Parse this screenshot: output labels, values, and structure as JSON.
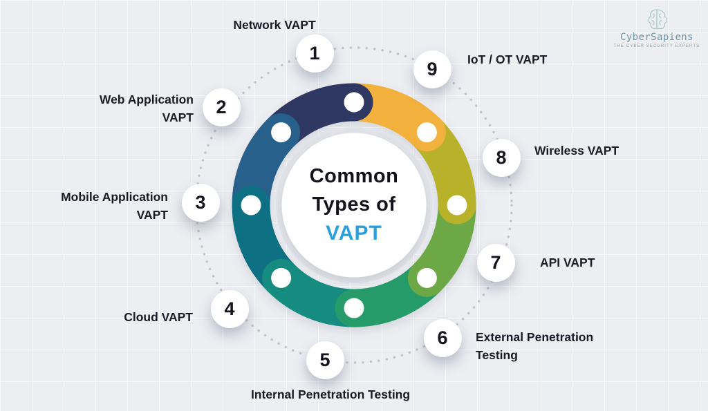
{
  "brand": {
    "name": "CyberSapiens",
    "tagline": "THE CYBER SECURITY EXPERTS"
  },
  "center": {
    "line1": "Common",
    "line2": "Types of",
    "line3": "VAPT",
    "accent_color": "#2aa0e0"
  },
  "items": [
    {
      "num": "1",
      "label": "Network VAPT"
    },
    {
      "num": "2",
      "label": "Web Application VAPT"
    },
    {
      "num": "3",
      "label": "Mobile Application VAPT"
    },
    {
      "num": "4",
      "label": "Cloud VAPT"
    },
    {
      "num": "5",
      "label": "Internal Penetration Testing"
    },
    {
      "num": "6",
      "label": "External Penetration Testing"
    },
    {
      "num": "7",
      "label": "API VAPT"
    },
    {
      "num": "8",
      "label": "Wireless VAPT"
    },
    {
      "num": "9",
      "label": "IoT / OT VAPT"
    }
  ],
  "ring": {
    "segment_colors": [
      "#F2B13C",
      "#B8B12A",
      "#6CA845",
      "#279B6B",
      "#178C80",
      "#0F7183",
      "#25608B",
      "#2D3762"
    ],
    "dot_color": "#ffffff",
    "dotted_circle_color": "#b9bcc6",
    "center_halo_color": "#e2e4e9",
    "center_fill_color": "#ffffff"
  }
}
